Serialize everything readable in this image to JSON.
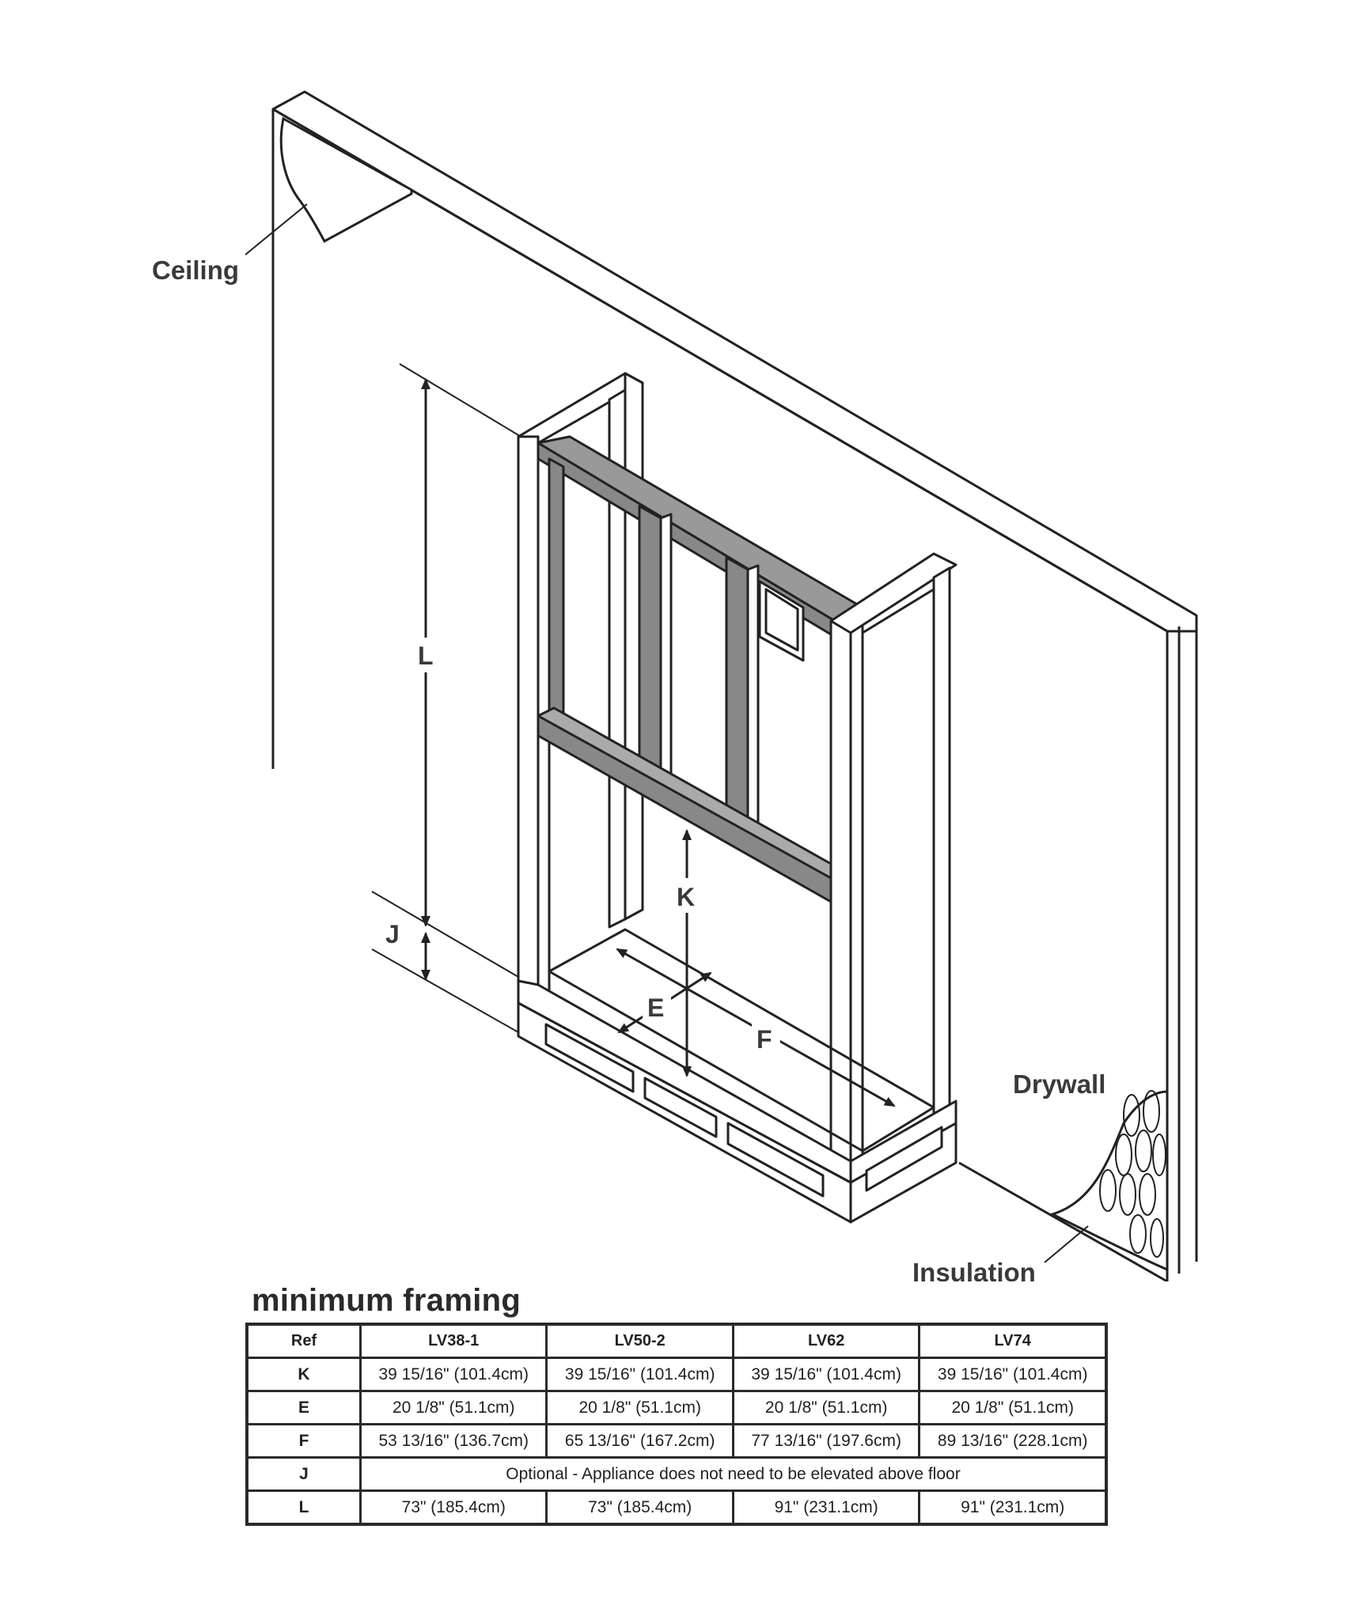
{
  "diagram": {
    "labels": {
      "ceiling": "Ceiling",
      "drywall": "Drywall",
      "insulation": "Insulation",
      "dim_l": "L",
      "dim_j": "J",
      "dim_k": "K",
      "dim_e": "E",
      "dim_f": "F"
    }
  },
  "table": {
    "title": "minimum framing",
    "headers": [
      "Ref",
      "LV38-1",
      "LV50-2",
      "LV62",
      "LV74"
    ],
    "rows": [
      {
        "ref": "K",
        "values": [
          "39 15/16\" (101.4cm)",
          "39 15/16\" (101.4cm)",
          "39 15/16\" (101.4cm)",
          "39 15/16\" (101.4cm)"
        ]
      },
      {
        "ref": "E",
        "values": [
          "20 1/8\" (51.1cm)",
          "20 1/8\" (51.1cm)",
          "20 1/8\" (51.1cm)",
          "20 1/8\" (51.1cm)"
        ]
      },
      {
        "ref": "F",
        "values": [
          "53 13/16\" (136.7cm)",
          "65 13/16\" (167.2cm)",
          "77 13/16\" (197.6cm)",
          "89 13/16\" (228.1cm)"
        ]
      },
      {
        "ref": "J",
        "span_text": "Optional - Appliance does not need to be elevated above floor"
      },
      {
        "ref": "L",
        "values": [
          "73\" (185.4cm)",
          "73\" (185.4cm)",
          "91\" (231.1cm)",
          "91\" (231.1cm)"
        ]
      }
    ]
  }
}
